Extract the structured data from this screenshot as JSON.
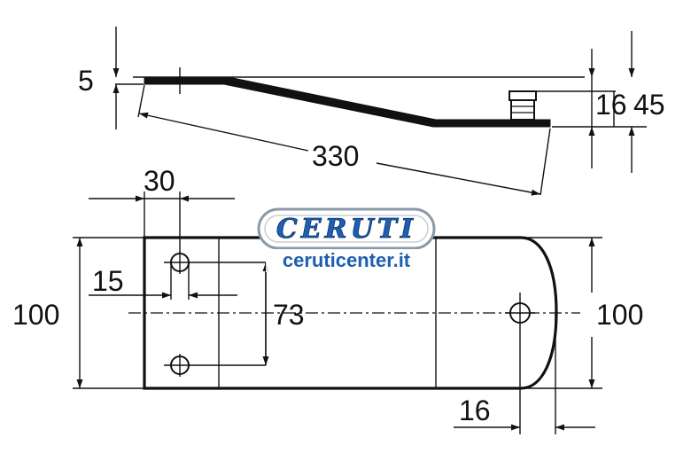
{
  "dimensions": {
    "top_thickness": "5",
    "top_length": "330",
    "bolt_height": "16",
    "total_height": "45",
    "hole_spacing_x": "30",
    "hole_offset": "15",
    "hole_spacing_y": "73",
    "width_left": "100",
    "width_right": "100",
    "end_offset": "16"
  },
  "watermark": {
    "brand": "CERUTI",
    "website": "ceruticenter.it",
    "brand_color": "#1d5fb0",
    "website_color": "#1d5fb0"
  }
}
